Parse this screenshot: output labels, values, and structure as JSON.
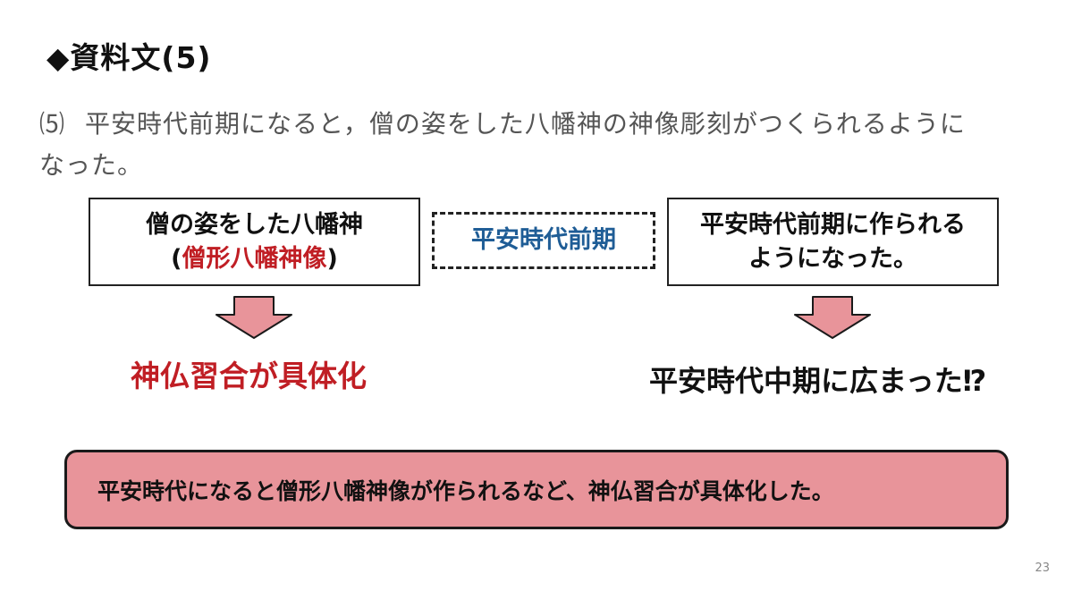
{
  "title": "◆資料文(5)",
  "source": {
    "number": "⑸",
    "line1": "平安時代前期になると，僧の姿をした八幡神の神像彫刻がつくられるように",
    "line2": "なった。"
  },
  "box_left": {
    "line1": "僧の姿をした八幡神",
    "paren_open": "(",
    "term": "僧形八幡神像",
    "paren_close": ")"
  },
  "box_mid": {
    "label": "平安時代前期"
  },
  "box_right": {
    "line1": "平安時代前期に作られる",
    "line2": "ようになった。"
  },
  "result_left": "神仏習合が具体化",
  "result_right": "平安時代中期に広まった⁉",
  "summary": "平安時代になると僧形八幡神像が作られるなど、神仏習合が具体化した。",
  "page_number": "23",
  "colors": {
    "red_text": "#c01e24",
    "blue_text": "#1f5d96",
    "pink_fill": "#e8949a"
  }
}
